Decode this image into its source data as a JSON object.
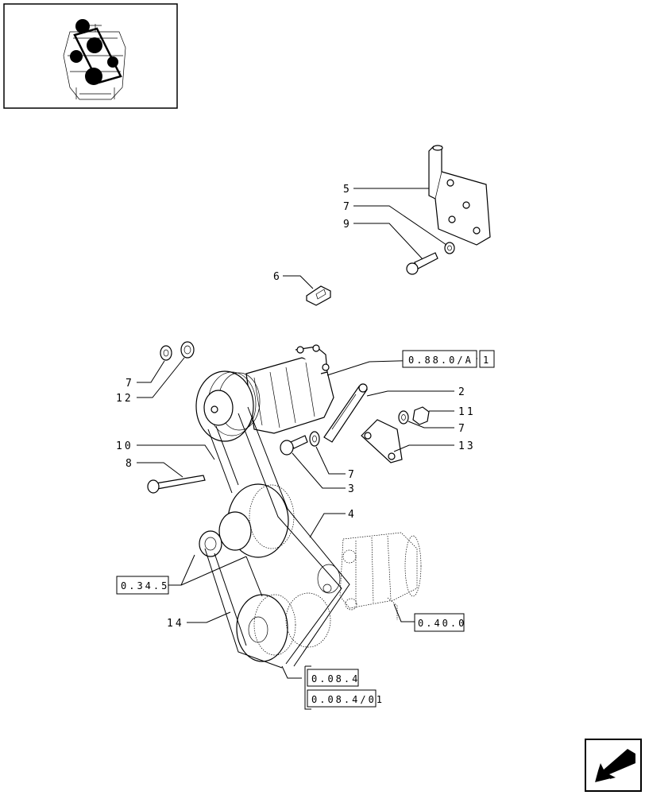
{
  "labels": {
    "l5": "5",
    "l7a": "7",
    "l9": "9",
    "l6": "6",
    "l7b": "7",
    "l12": "12",
    "l10": "10",
    "l8": "8",
    "l2": "2",
    "l11": "11",
    "l7c": "7",
    "l13": "13",
    "l7d": "7",
    "l3": "3",
    "l4": "4",
    "l14": "14"
  },
  "refs": {
    "r0880A": "0.88.0/A",
    "r0880A_sheet": "1",
    "r0345": "0.34.5",
    "r0400": "0.40.0",
    "r084": "0.08.4",
    "r08401": "0.08.4/01"
  },
  "thumbnail": {
    "name": "engine-location-thumbnail"
  },
  "nav": {
    "icon": "arrow-back-icon"
  }
}
